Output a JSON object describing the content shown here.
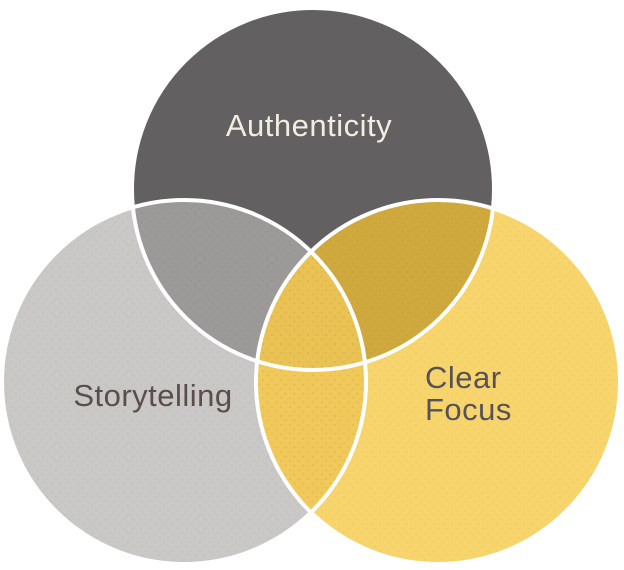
{
  "diagram": {
    "type": "venn-3-circle",
    "background": "#ffffff",
    "stroke_color": "#ffffff",
    "circles": [
      {
        "id": "authenticity",
        "label": "Authenticity",
        "fill": "#626060",
        "label_color": "#f2ece3"
      },
      {
        "id": "storytelling",
        "label": "Storytelling",
        "fill": "#c9c8c6",
        "label_color": "#594e4b"
      },
      {
        "id": "clear-focus",
        "label": "Clear Focus",
        "label_lines": [
          "Clear",
          "Focus"
        ],
        "fill": "#f7d56c",
        "label_color": "#575259"
      }
    ],
    "overlaps": {
      "authenticity_storytelling": "#9b9a99",
      "authenticity_clear_focus": "#cfa93d",
      "storytelling_clear_focus": "#f0c95a",
      "all_three": "#e9c253"
    }
  }
}
